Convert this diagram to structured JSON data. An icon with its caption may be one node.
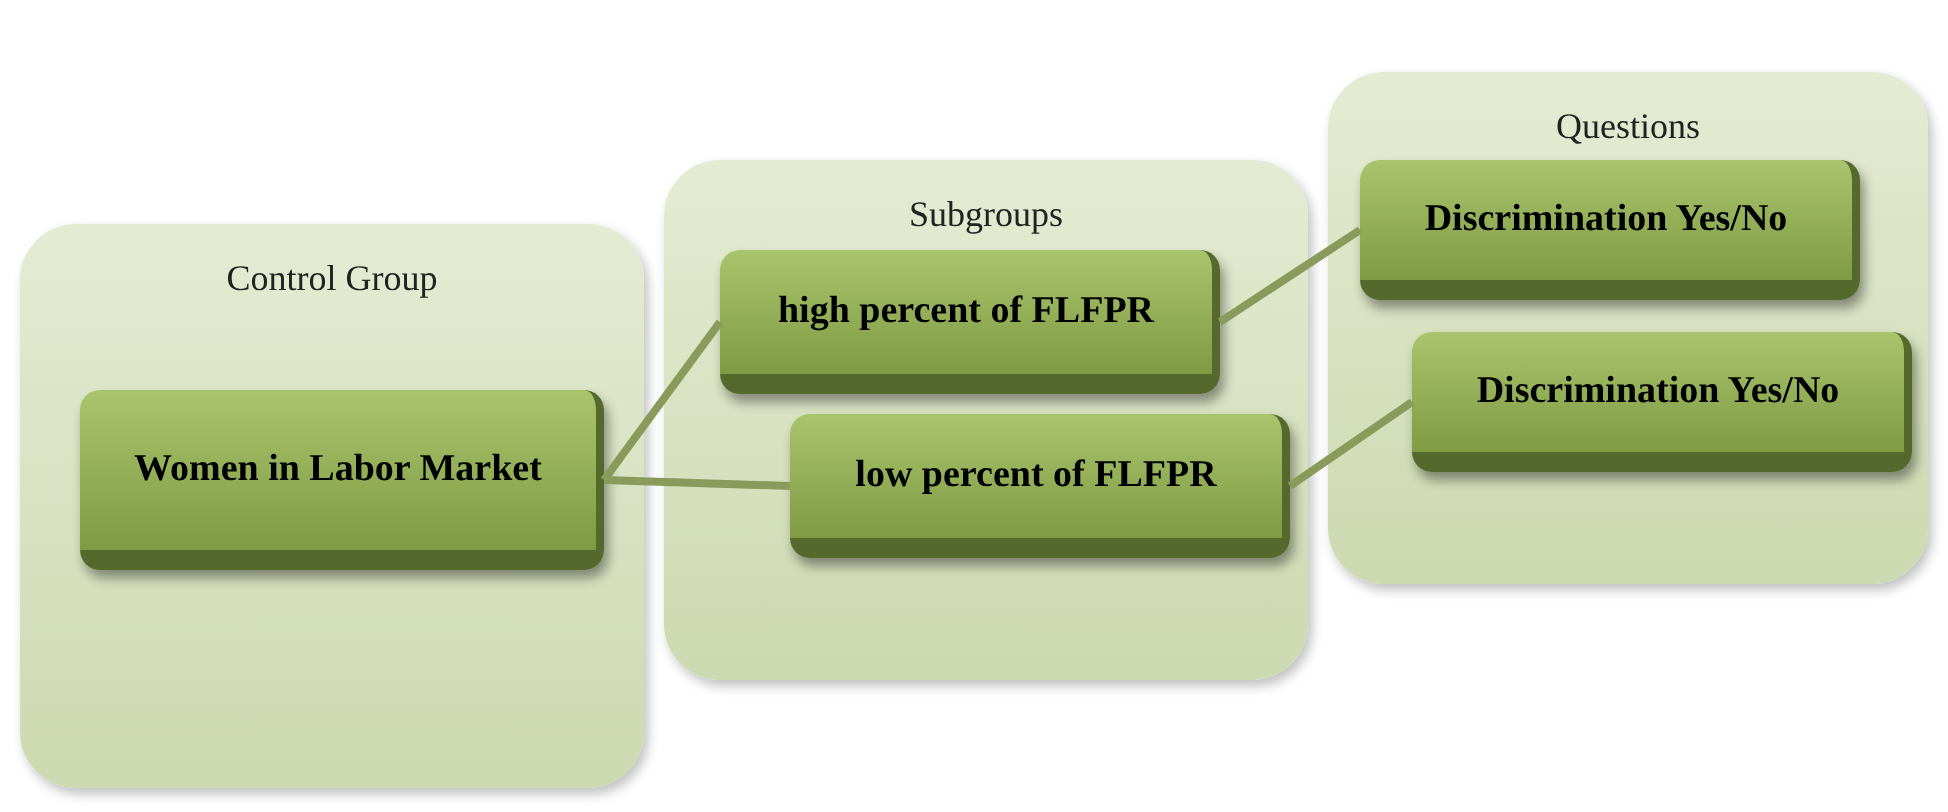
{
  "diagram": {
    "nodes": [
      {
        "text": [
          "Control Group"
        ]
      },
      {
        "text": [
          "Women in Labor Market"
        ],
        "in": 0
      },
      {
        "text": [
          "Subgroups"
        ]
      },
      {
        "text": [
          "high percent of FLFPR"
        ],
        "in": 2
      },
      {
        "text": [
          "low percent of FLFPR"
        ],
        "in": 2
      },
      {
        "text": [
          "Questions"
        ]
      },
      {
        "text": [
          "Discrimination Yes/No"
        ],
        "in": 5
      },
      {
        "text": [
          "Discrimination Yes/No"
        ],
        "in": 5
      }
    ],
    "edges": [
      {
        "from": 1,
        "to": 3,
        "arrow": "none"
      },
      {
        "from": 1,
        "to": 4,
        "arrow": "none"
      },
      {
        "from": 3,
        "to": 6,
        "arrow": "none"
      },
      {
        "from": 4,
        "to": 7,
        "arrow": "none"
      }
    ]
  }
}
